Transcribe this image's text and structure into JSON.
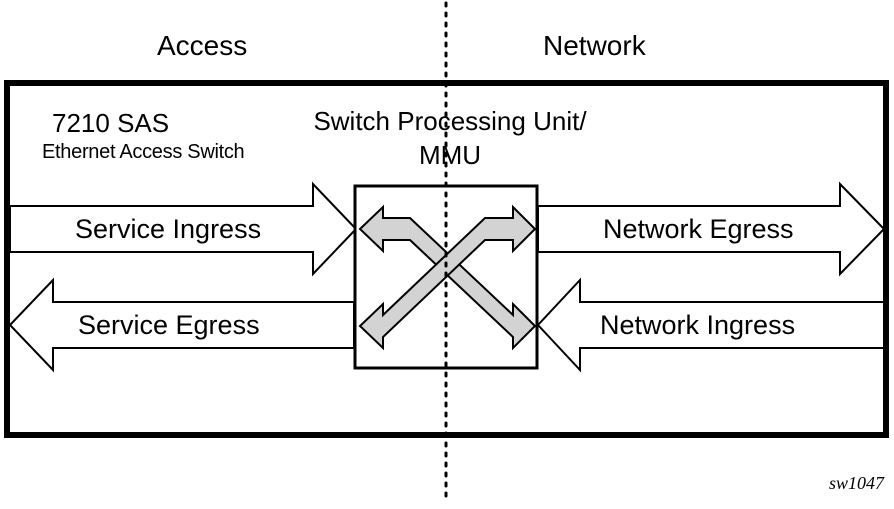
{
  "zones": {
    "left": "Access",
    "right": "Network"
  },
  "device": {
    "name": "7210 SAS",
    "subtitle": "Ethernet Access Switch"
  },
  "switch_unit": {
    "line1": "Switch Processing Unit/",
    "line2": "MMU"
  },
  "flows": {
    "service_ingress": "Service Ingress",
    "service_egress": "Service Egress",
    "network_egress": "Network Egress",
    "network_ingress": "Network Ingress"
  },
  "figure_id": "sw1047",
  "colors": {
    "stroke": "#000000",
    "crossover_fill": "#d3d3d3",
    "background": "#ffffff"
  }
}
